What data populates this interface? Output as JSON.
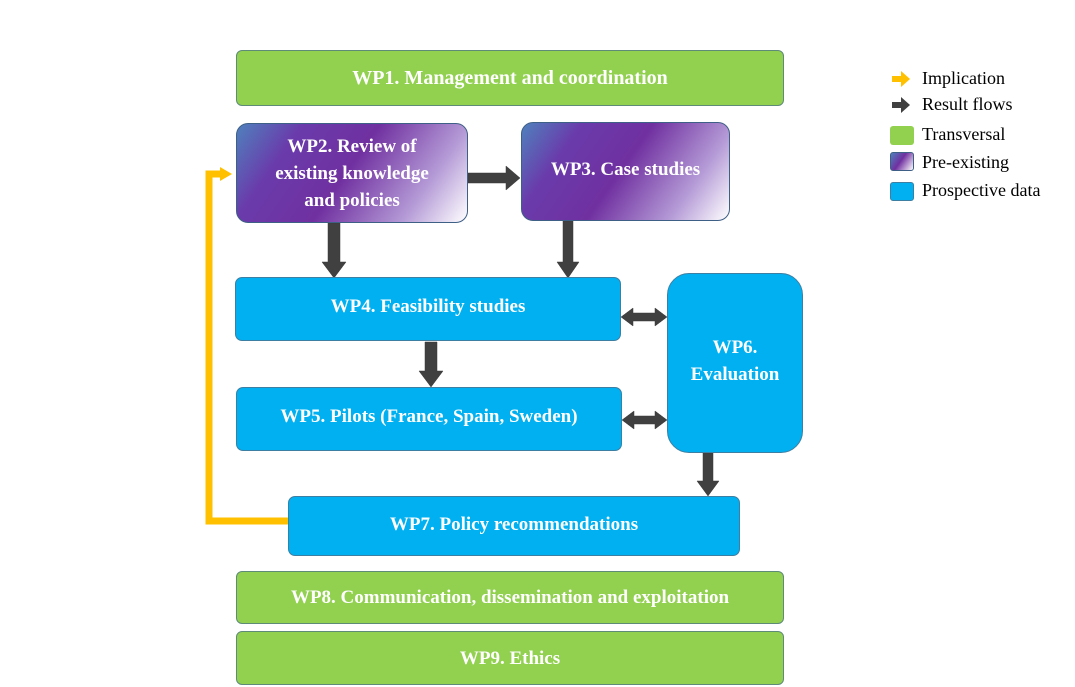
{
  "work_packages": {
    "wp1": "WP1. Management and coordination",
    "wp2": "WP2. Review of existing knowledge and policies",
    "wp3": "WP3. Case studies",
    "wp4": "WP4. Feasibility studies",
    "wp5": "WP5. Pilots (France, Spain, Sweden)",
    "wp6": "WP6. Evaluation",
    "wp7": "WP7. Policy recommendations",
    "wp8": "WP8. Communication, dissemination and exploitation",
    "wp9": "WP9. Ethics"
  },
  "legend": {
    "implication": "Implication",
    "result_flows": "Result flows",
    "transversal": "Transversal",
    "pre_existing": "Pre-existing",
    "prospective": "Prospective data"
  },
  "colors": {
    "transversal": "#92d050",
    "prospective": "#00b0f0",
    "pre_existing": "#7030a0",
    "implication_arrow": "#ffc000",
    "result_flow_arrow": "#404040"
  }
}
